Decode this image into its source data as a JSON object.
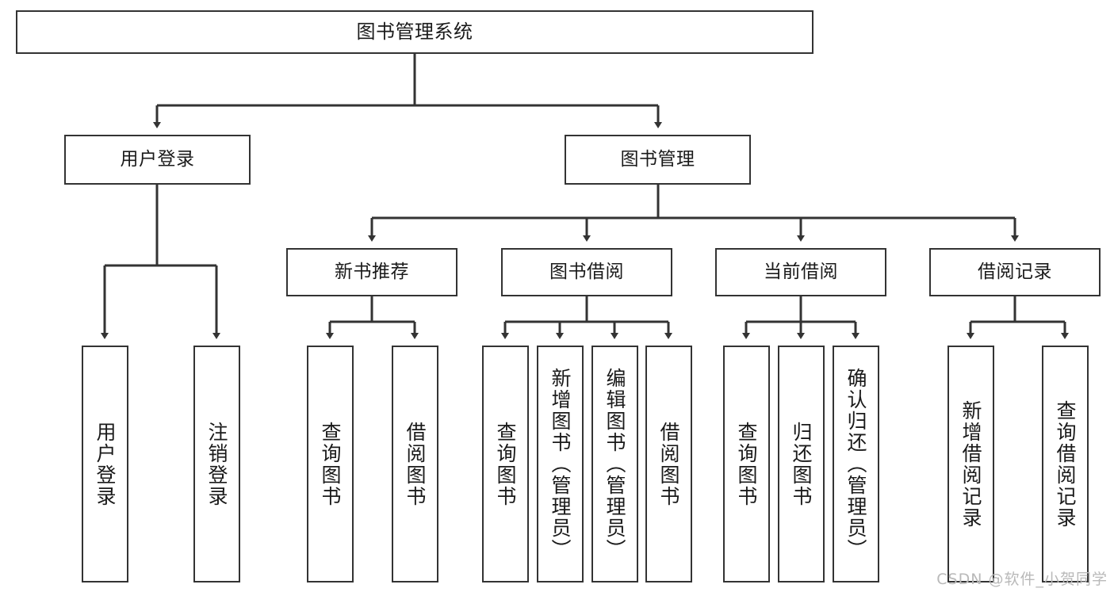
{
  "diagram": {
    "title": "图书管理系统",
    "type": "tree-hierarchy-chart",
    "colors": {
      "box_border": "#333333",
      "box_fill": "#ffffff",
      "edge": "#333333",
      "text": "#1a1a1a",
      "watermark": "#b9b9b9",
      "background": "#ffffff"
    },
    "watermark": "CSDN @软件_小贺同学"
  },
  "nodes": {
    "root": {
      "label": "图书管理系统"
    },
    "level1": [
      {
        "id": "user-login",
        "label": "用户登录"
      },
      {
        "id": "book-manage",
        "label": "图书管理"
      }
    ],
    "level2": [
      {
        "id": "new-book-recommend",
        "label": "新书推荐"
      },
      {
        "id": "book-borrow",
        "label": "图书借阅"
      },
      {
        "id": "current-borrow",
        "label": "当前借阅"
      },
      {
        "id": "borrow-record",
        "label": "借阅记录"
      }
    ],
    "leaves": {
      "user_login": [
        {
          "id": "leaf-user-login",
          "label": "用户登录"
        },
        {
          "id": "leaf-logout-login",
          "label": "注销登录"
        }
      ],
      "new_book_recommend": [
        {
          "id": "leaf-query-book-1",
          "label": "查询图书"
        },
        {
          "id": "leaf-borrow-book-1",
          "label": "借阅图书"
        }
      ],
      "book_borrow": [
        {
          "id": "leaf-query-book-2",
          "label": "查询图书"
        },
        {
          "id": "leaf-add-book",
          "label": "新增图书（管理员）"
        },
        {
          "id": "leaf-edit-book",
          "label": "编辑图书（管理员）"
        },
        {
          "id": "leaf-borrow-book-2",
          "label": "借阅图书"
        }
      ],
      "current_borrow": [
        {
          "id": "leaf-query-book-3",
          "label": "查询图书"
        },
        {
          "id": "leaf-return-book",
          "label": "归还图书"
        },
        {
          "id": "leaf-confirm-return",
          "label": "确认归还（管理员）"
        }
      ],
      "borrow_record": [
        {
          "id": "leaf-add-record",
          "label": "新增借阅记录"
        },
        {
          "id": "leaf-query-record",
          "label": "查询借阅记录"
        }
      ]
    }
  }
}
